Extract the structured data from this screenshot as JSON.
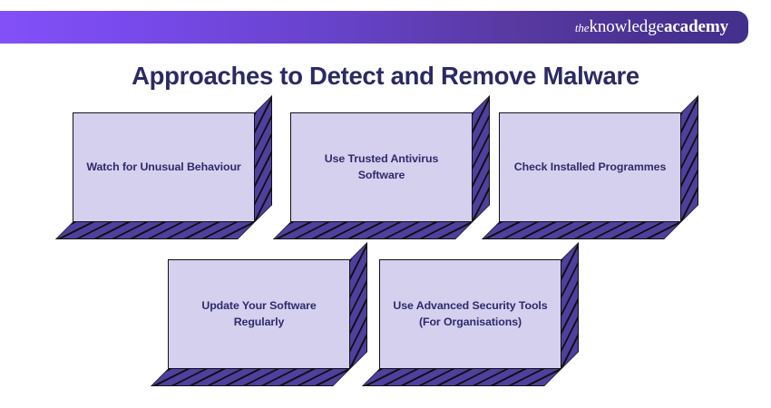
{
  "header": {
    "brand": {
      "prefix": "the",
      "word_one": "knowledge",
      "word_two": "academy"
    },
    "gradient_from": "#8350f7",
    "gradient_to": "#43308c"
  },
  "title": "Approaches to Detect and Remove Malware",
  "colors": {
    "title_text": "#2b2a63",
    "card_face": "#d6d0ef",
    "card_extrude": "#4f3f9e",
    "card_outline": "#111111",
    "card_text": "#2e2b6b",
    "background": "#ffffff"
  },
  "cards": [
    {
      "id": "watch-for-unusual-behaviour",
      "label": "Watch for Unusual Behaviour"
    },
    {
      "id": "use-trusted-antivirus-software",
      "label": "Use Trusted Antivirus Software"
    },
    {
      "id": "check-installed-programmes",
      "label": "Check Installed Programmes"
    },
    {
      "id": "update-your-software-regularly",
      "label": "Update Your Software Regularly"
    },
    {
      "id": "use-advanced-security-tools",
      "label": "Use Advanced Security Tools (For Organisations)"
    }
  ]
}
